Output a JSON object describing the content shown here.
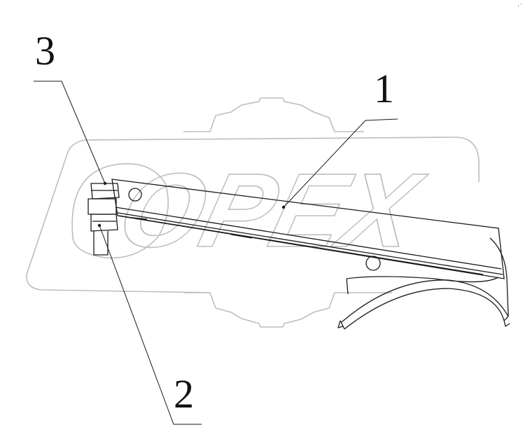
{
  "colors": {
    "background": "#ffffff",
    "line": "#1a1a1a",
    "watermark": "#bdbdbd"
  },
  "watermark": {
    "text": "OPEX",
    "icon": "gear-icon"
  },
  "corner_mark": "ᵢ ʳ",
  "callouts": [
    {
      "id": "1",
      "label": "1"
    },
    {
      "id": "2",
      "label": "2"
    },
    {
      "id": "3",
      "label": "3"
    }
  ]
}
